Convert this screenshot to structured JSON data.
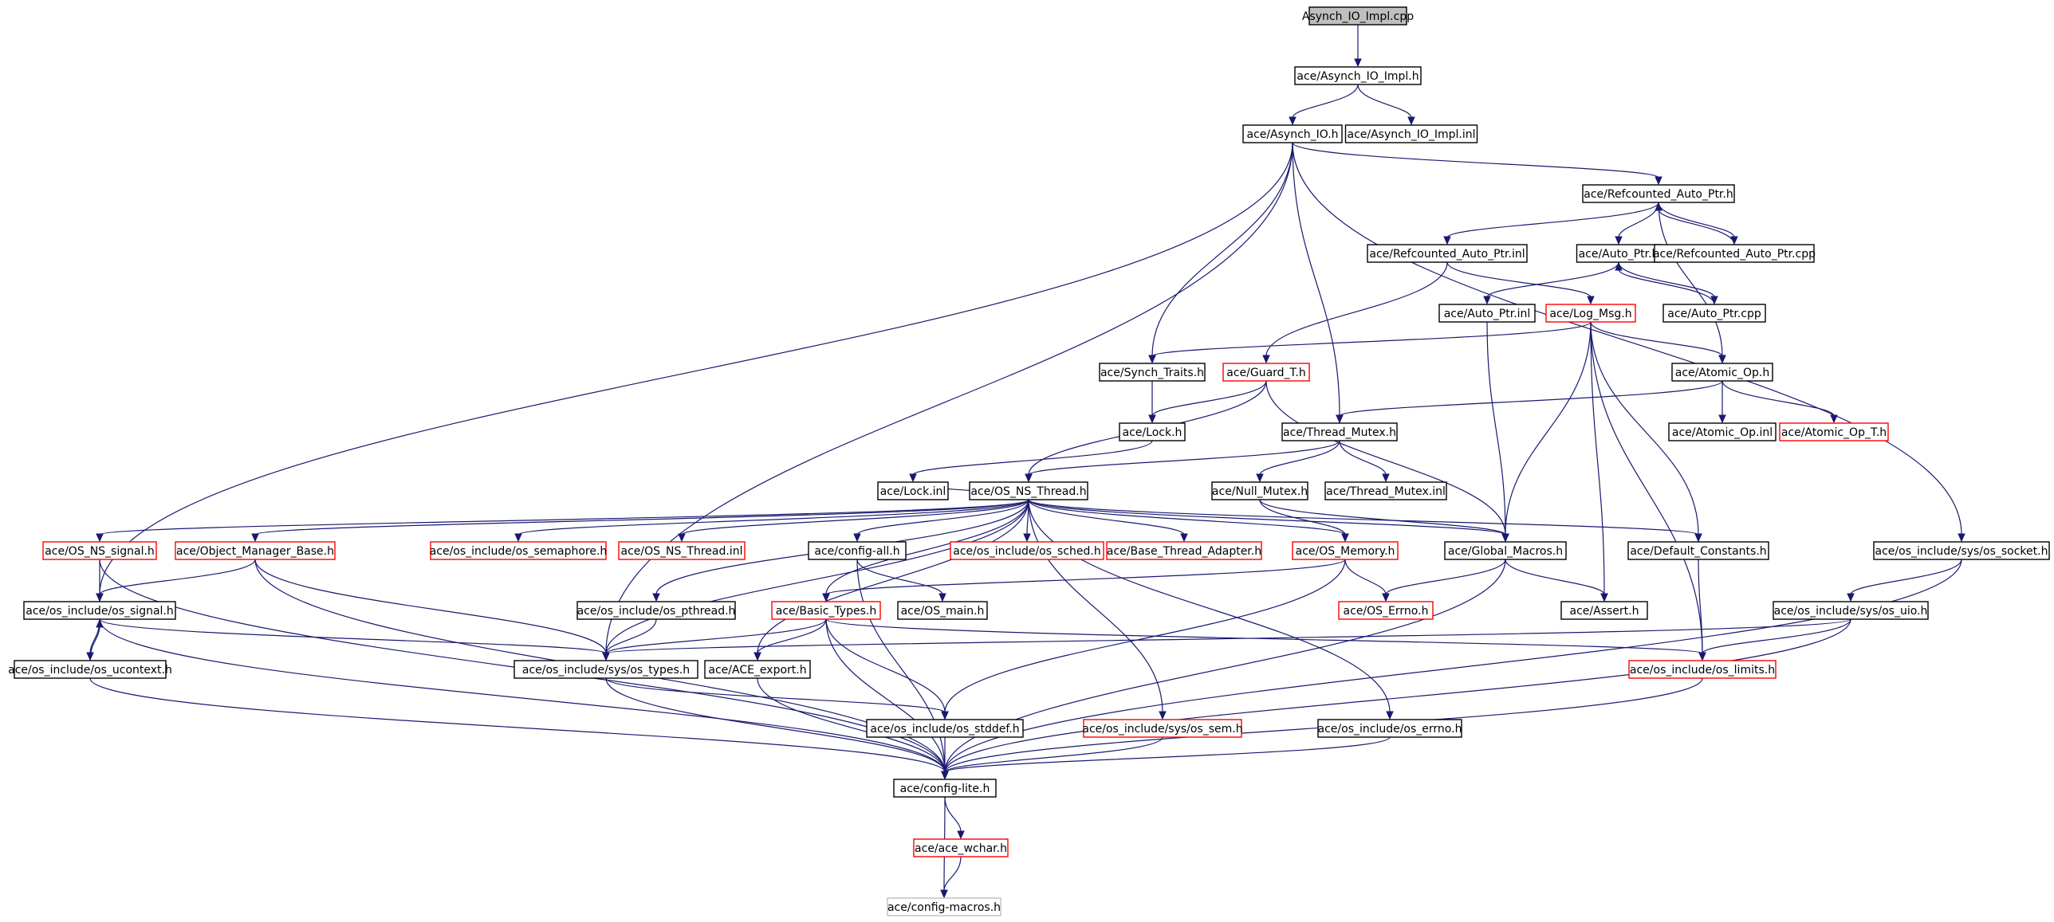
{
  "diagram": {
    "nodes": [
      {
        "id": "n_root",
        "label": "Asynch_IO_Impl.cpp",
        "style": "root"
      },
      {
        "id": "n_impl_h",
        "label": "ace/Asynch_IO_Impl.h",
        "style": "normal"
      },
      {
        "id": "n_asynch_io",
        "label": "ace/Asynch_IO.h",
        "style": "normal"
      },
      {
        "id": "n_impl_inl",
        "label": "ace/Asynch_IO_Impl.inl",
        "style": "normal"
      },
      {
        "id": "n_refauto",
        "label": "ace/Refcounted_Auto_Ptr.h",
        "style": "normal"
      },
      {
        "id": "n_refauto_inl",
        "label": "ace/Refcounted_Auto_Ptr.inl",
        "style": "normal"
      },
      {
        "id": "n_auto_ptr",
        "label": "ace/Auto_Ptr.h",
        "style": "normal"
      },
      {
        "id": "n_refauto_cpp",
        "label": "ace/Refcounted_Auto_Ptr.cpp",
        "style": "normal"
      },
      {
        "id": "n_auto_inl",
        "label": "ace/Auto_Ptr.inl",
        "style": "normal"
      },
      {
        "id": "n_logmsg",
        "label": "ace/Log_Msg.h",
        "style": "red"
      },
      {
        "id": "n_auto_cpp",
        "label": "ace/Auto_Ptr.cpp",
        "style": "normal"
      },
      {
        "id": "n_synch",
        "label": "ace/Synch_Traits.h",
        "style": "normal"
      },
      {
        "id": "n_guard",
        "label": "ace/Guard_T.h",
        "style": "red"
      },
      {
        "id": "n_atomic",
        "label": "ace/Atomic_Op.h",
        "style": "normal"
      },
      {
        "id": "n_lock",
        "label": "ace/Lock.h",
        "style": "normal"
      },
      {
        "id": "n_thrmutex",
        "label": "ace/Thread_Mutex.h",
        "style": "normal"
      },
      {
        "id": "n_atomic_inl",
        "label": "ace/Atomic_Op.inl",
        "style": "normal"
      },
      {
        "id": "n_atomic_t",
        "label": "ace/Atomic_Op_T.h",
        "style": "red"
      },
      {
        "id": "n_lock_inl",
        "label": "ace/Lock.inl",
        "style": "normal"
      },
      {
        "id": "n_osnsthread",
        "label": "ace/OS_NS_Thread.h",
        "style": "normal"
      },
      {
        "id": "n_nullmutex",
        "label": "ace/Null_Mutex.h",
        "style": "normal"
      },
      {
        "id": "n_thrmutex_inl",
        "label": "ace/Thread_Mutex.inl",
        "style": "normal"
      },
      {
        "id": "n_os_ns_signal",
        "label": "ace/OS_NS_signal.h",
        "style": "red"
      },
      {
        "id": "n_objmgr",
        "label": "ace/Object_Manager_Base.h",
        "style": "red"
      },
      {
        "id": "n_ossem",
        "label": "ace/os_include/os_semaphore.h",
        "style": "red"
      },
      {
        "id": "n_osthr_inl",
        "label": "ace/OS_NS_Thread.inl",
        "style": "red"
      },
      {
        "id": "n_configall",
        "label": "ace/config-all.h",
        "style": "normal"
      },
      {
        "id": "n_ossched",
        "label": "ace/os_include/os_sched.h",
        "style": "red"
      },
      {
        "id": "n_basethr",
        "label": "ace/Base_Thread_Adapter.h",
        "style": "red"
      },
      {
        "id": "n_osmemory",
        "label": "ace/OS_Memory.h",
        "style": "red"
      },
      {
        "id": "n_globmacros",
        "label": "ace/Global_Macros.h",
        "style": "normal"
      },
      {
        "id": "n_defconst",
        "label": "ace/Default_Constants.h",
        "style": "normal"
      },
      {
        "id": "n_ossocket",
        "label": "ace/os_include/sys/os_socket.h",
        "style": "normal"
      },
      {
        "id": "n_ossignal",
        "label": "ace/os_include/os_signal.h",
        "style": "normal"
      },
      {
        "id": "n_ospthread",
        "label": "ace/os_include/os_pthread.h",
        "style": "normal"
      },
      {
        "id": "n_basictypes",
        "label": "ace/Basic_Types.h",
        "style": "red"
      },
      {
        "id": "n_osmain",
        "label": "ace/OS_main.h",
        "style": "normal"
      },
      {
        "id": "n_oserrno_h",
        "label": "ace/OS_Errno.h",
        "style": "red"
      },
      {
        "id": "n_assert",
        "label": "ace/Assert.h",
        "style": "normal"
      },
      {
        "id": "n_osuio",
        "label": "ace/os_include/sys/os_uio.h",
        "style": "normal"
      },
      {
        "id": "n_osucontext",
        "label": "ace/os_include/os_ucontext.h",
        "style": "normal"
      },
      {
        "id": "n_ostypes",
        "label": "ace/os_include/sys/os_types.h",
        "style": "normal"
      },
      {
        "id": "n_aceexport",
        "label": "ace/ACE_export.h",
        "style": "normal"
      },
      {
        "id": "n_oslimits",
        "label": "ace/os_include/os_limits.h",
        "style": "red"
      },
      {
        "id": "n_osstddef",
        "label": "ace/os_include/os_stddef.h",
        "style": "normal"
      },
      {
        "id": "n_ossyssem",
        "label": "ace/os_include/sys/os_sem.h",
        "style": "red"
      },
      {
        "id": "n_oserrno",
        "label": "ace/os_include/os_errno.h",
        "style": "normal"
      },
      {
        "id": "n_configlite",
        "label": "ace/config-lite.h",
        "style": "normal"
      },
      {
        "id": "n_acewchar",
        "label": "ace/ace_wchar.h",
        "style": "red"
      },
      {
        "id": "n_configmacros",
        "label": "ace/config-macros.h",
        "style": "gray"
      }
    ],
    "edges": [
      [
        "n_root",
        "n_impl_h"
      ],
      [
        "n_impl_h",
        "n_asynch_io"
      ],
      [
        "n_impl_h",
        "n_impl_inl"
      ],
      [
        "n_asynch_io",
        "n_refauto"
      ],
      [
        "n_asynch_io",
        "n_synch"
      ],
      [
        "n_asynch_io",
        "n_thrmutex"
      ],
      [
        "n_asynch_io",
        "n_ossocket"
      ],
      [
        "n_asynch_io",
        "n_ossignal"
      ],
      [
        "n_asynch_io",
        "n_ostypes"
      ],
      [
        "n_refauto",
        "n_refauto_inl"
      ],
      [
        "n_refauto",
        "n_auto_ptr"
      ],
      [
        "n_refauto",
        "n_refauto_cpp"
      ],
      [
        "n_refauto",
        "n_atomic"
      ],
      [
        "n_refauto_cpp",
        "n_refauto"
      ],
      [
        "n_refauto_inl",
        "n_guard"
      ],
      [
        "n_refauto_inl",
        "n_logmsg"
      ],
      [
        "n_auto_ptr",
        "n_auto_inl"
      ],
      [
        "n_auto_ptr",
        "n_auto_cpp"
      ],
      [
        "n_auto_cpp",
        "n_auto_ptr"
      ],
      [
        "n_auto_inl",
        "n_globmacros"
      ],
      [
        "n_logmsg",
        "n_synch"
      ],
      [
        "n_logmsg",
        "n_atomic"
      ],
      [
        "n_logmsg",
        "n_globmacros"
      ],
      [
        "n_logmsg",
        "n_defconst"
      ],
      [
        "n_logmsg",
        "n_assert"
      ],
      [
        "n_logmsg",
        "n_oslimits"
      ],
      [
        "n_synch",
        "n_lock"
      ],
      [
        "n_guard",
        "n_lock"
      ],
      [
        "n_guard",
        "n_osnsthread"
      ],
      [
        "n_guard",
        "n_globmacros"
      ],
      [
        "n_atomic",
        "n_thrmutex"
      ],
      [
        "n_atomic",
        "n_atomic_inl"
      ],
      [
        "n_atomic",
        "n_atomic_t"
      ],
      [
        "n_lock",
        "n_lock_inl"
      ],
      [
        "n_lock_inl",
        "n_osnsthread"
      ],
      [
        "n_thrmutex",
        "n_osnsthread"
      ],
      [
        "n_thrmutex",
        "n_nullmutex"
      ],
      [
        "n_thrmutex",
        "n_thrmutex_inl"
      ],
      [
        "n_nullmutex",
        "n_globmacros"
      ],
      [
        "n_nullmutex",
        "n_osmemory"
      ],
      [
        "n_osnsthread",
        "n_os_ns_signal"
      ],
      [
        "n_osnsthread",
        "n_objmgr"
      ],
      [
        "n_osnsthread",
        "n_ossem"
      ],
      [
        "n_osnsthread",
        "n_osthr_inl"
      ],
      [
        "n_osnsthread",
        "n_configall"
      ],
      [
        "n_osnsthread",
        "n_ossched"
      ],
      [
        "n_osnsthread",
        "n_basethr"
      ],
      [
        "n_osnsthread",
        "n_osmemory"
      ],
      [
        "n_osnsthread",
        "n_globmacros"
      ],
      [
        "n_osnsthread",
        "n_defconst"
      ],
      [
        "n_osnsthread",
        "n_ospthread"
      ],
      [
        "n_osnsthread",
        "n_basictypes"
      ],
      [
        "n_osnsthread",
        "n_aceexport"
      ],
      [
        "n_osnsthread",
        "n_ostypes"
      ],
      [
        "n_osnsthread",
        "n_ossyssem"
      ],
      [
        "n_osnsthread",
        "n_oserrno"
      ],
      [
        "n_os_ns_signal",
        "n_ossignal"
      ],
      [
        "n_os_ns_signal",
        "n_configlite"
      ],
      [
        "n_objmgr",
        "n_ossignal"
      ],
      [
        "n_objmgr",
        "n_ostypes"
      ],
      [
        "n_objmgr",
        "n_configlite"
      ],
      [
        "n_configall",
        "n_osmain"
      ],
      [
        "n_configall",
        "n_configlite"
      ],
      [
        "n_osmemory",
        "n_oserrno_h"
      ],
      [
        "n_osmemory",
        "n_basictypes"
      ],
      [
        "n_osmemory",
        "n_osstddef"
      ],
      [
        "n_globmacros",
        "n_oserrno_h"
      ],
      [
        "n_globmacros",
        "n_assert"
      ],
      [
        "n_globmacros",
        "n_configlite"
      ],
      [
        "n_defconst",
        "n_oslimits"
      ],
      [
        "n_ossocket",
        "n_osuio"
      ],
      [
        "n_ossocket",
        "n_configlite"
      ],
      [
        "n_osuio",
        "n_ostypes"
      ],
      [
        "n_osuio",
        "n_oslimits"
      ],
      [
        "n_osuio",
        "n_configlite"
      ],
      [
        "n_ossignal",
        "n_osucontext"
      ],
      [
        "n_osucontext",
        "n_ossignal"
      ],
      [
        "n_ossignal",
        "n_ostypes"
      ],
      [
        "n_ossignal",
        "n_configlite"
      ],
      [
        "n_osucontext",
        "n_configlite"
      ],
      [
        "n_ospthread",
        "n_ostypes"
      ],
      [
        "n_basictypes",
        "n_ostypes"
      ],
      [
        "n_basictypes",
        "n_aceexport"
      ],
      [
        "n_basictypes",
        "n_osstddef"
      ],
      [
        "n_basictypes",
        "n_configlite"
      ],
      [
        "n_basictypes",
        "n_oslimits"
      ],
      [
        "n_ostypes",
        "n_osstddef"
      ],
      [
        "n_ostypes",
        "n_configlite"
      ],
      [
        "n_aceexport",
        "n_configlite"
      ],
      [
        "n_oslimits",
        "n_configlite"
      ],
      [
        "n_osstddef",
        "n_configlite"
      ],
      [
        "n_ossyssem",
        "n_configlite"
      ],
      [
        "n_oserrno",
        "n_configlite"
      ],
      [
        "n_configlite",
        "n_acewchar"
      ],
      [
        "n_configlite",
        "n_configmacros"
      ],
      [
        "n_acewchar",
        "n_configmacros"
      ]
    ]
  }
}
